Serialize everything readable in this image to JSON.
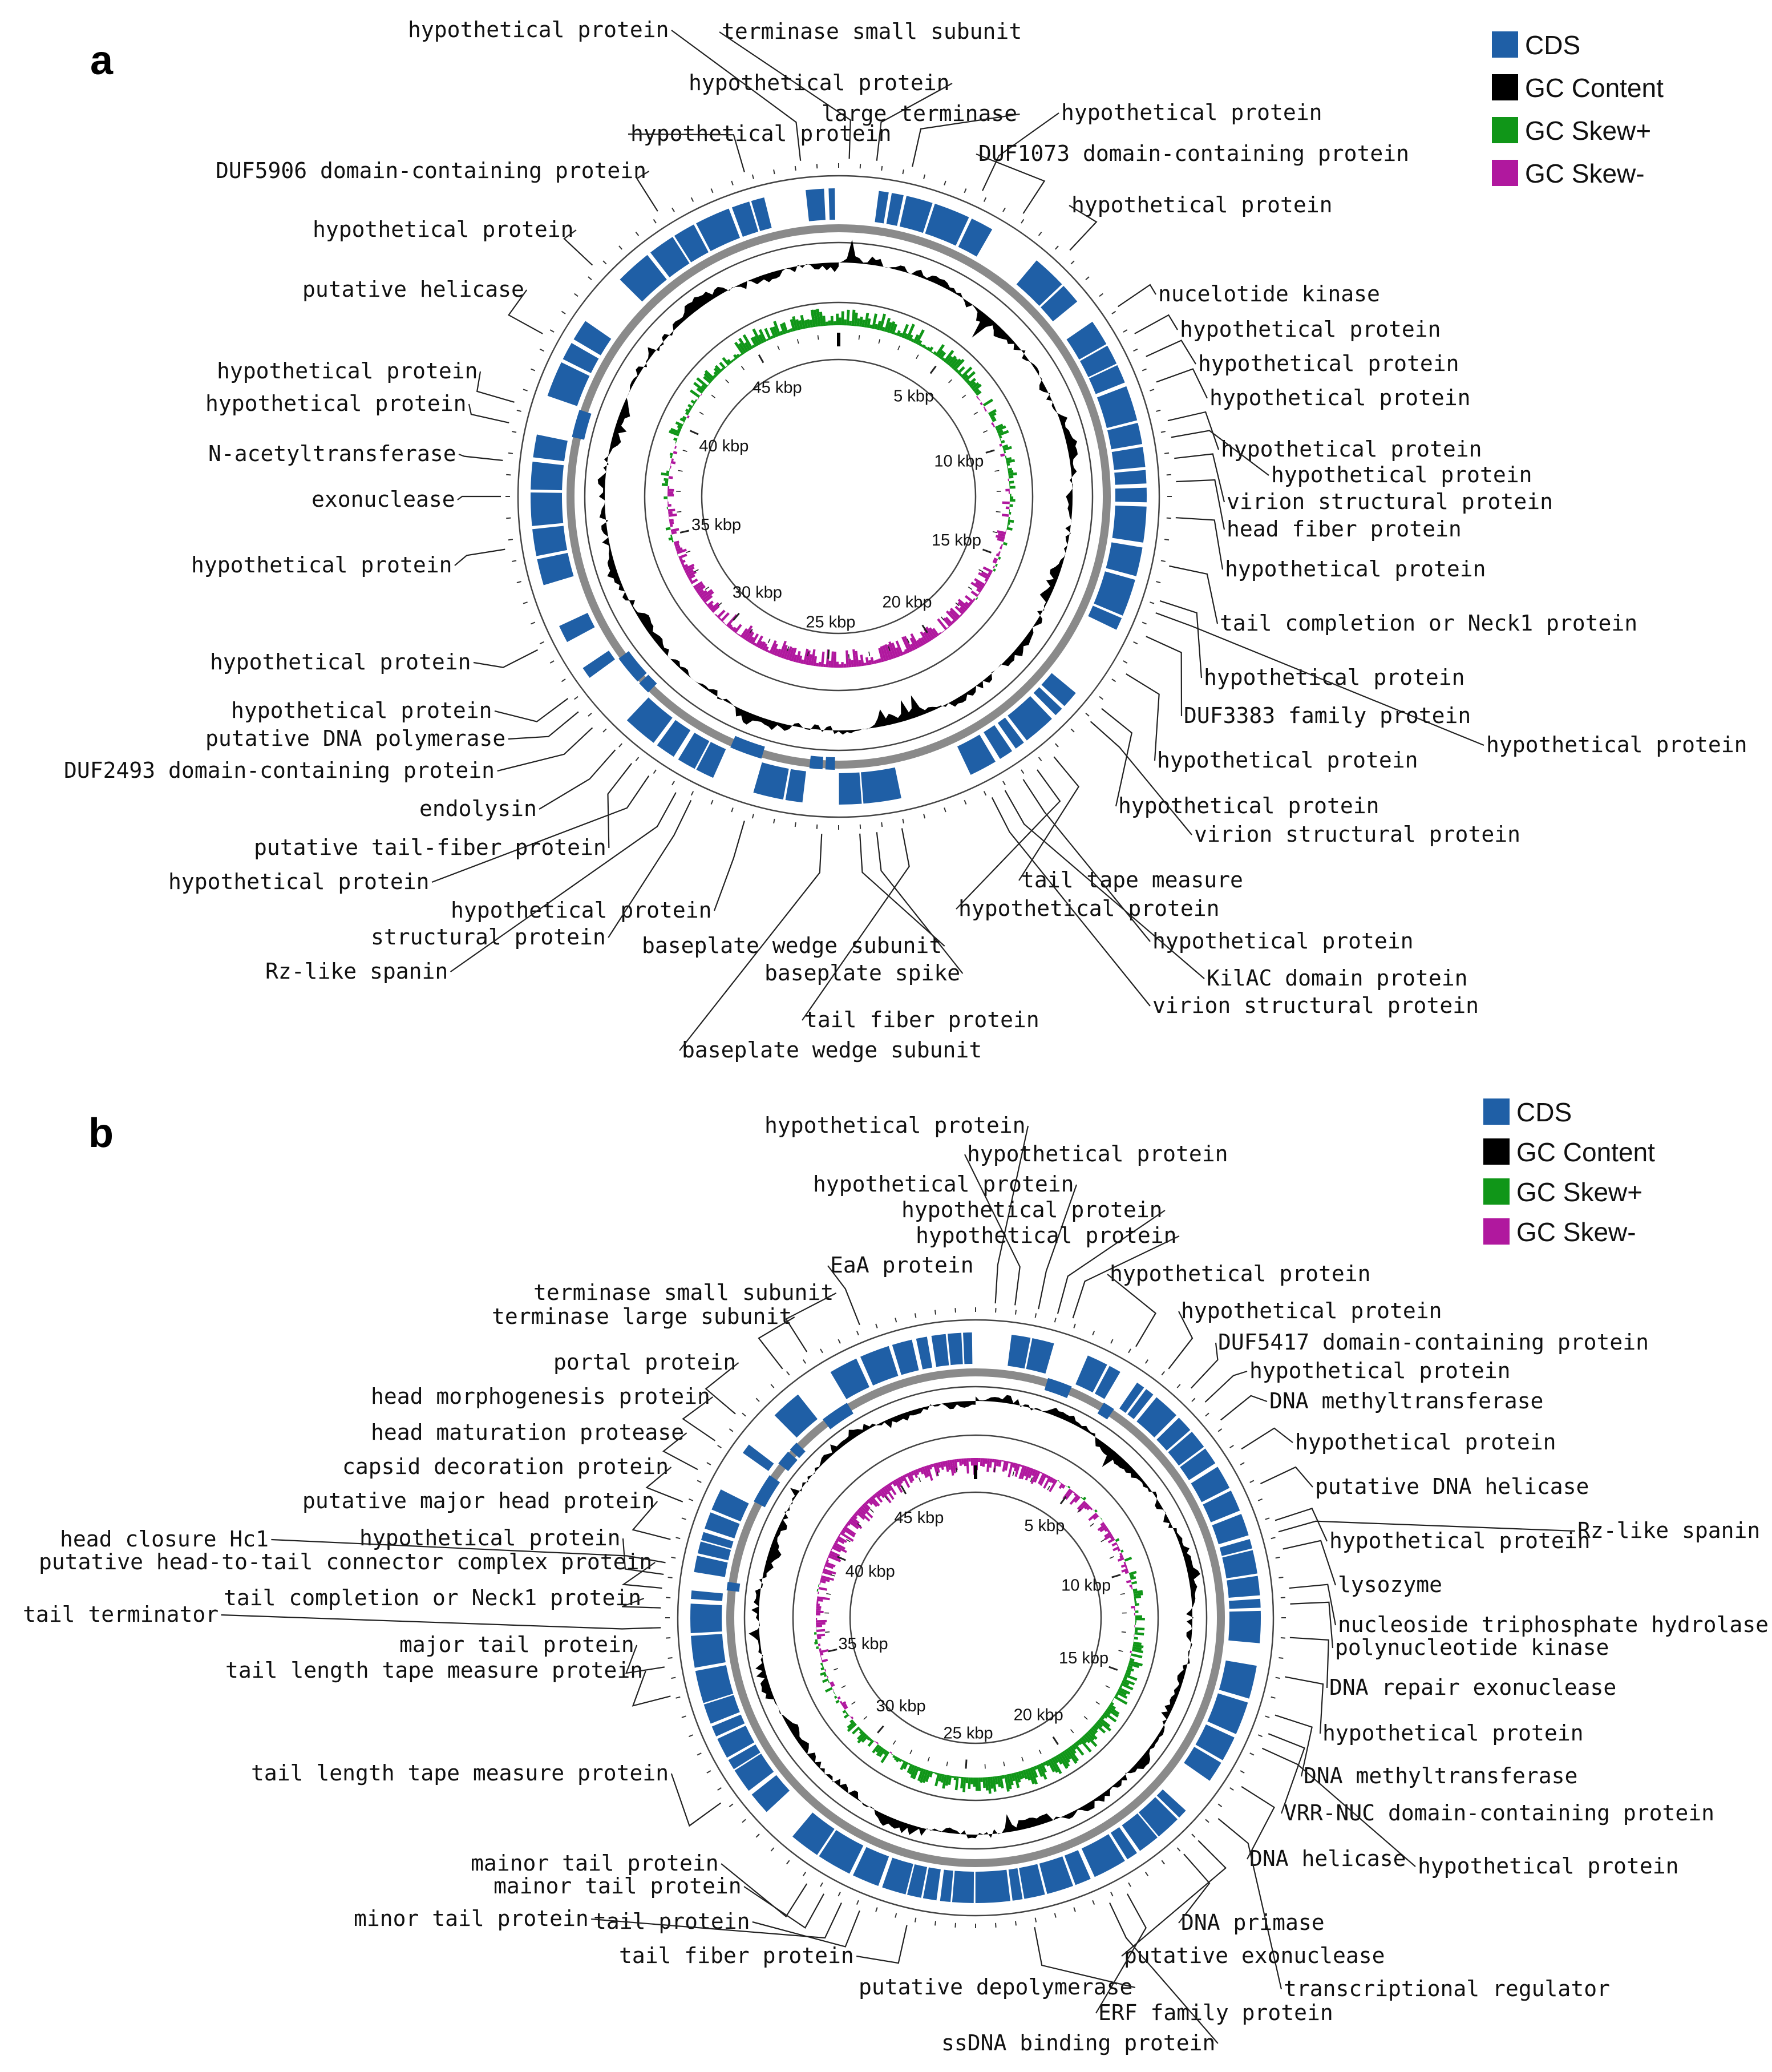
{
  "legend": [
    {
      "label": "CDS",
      "color": "#1f5fa6"
    },
    {
      "label": "GC Content",
      "color": "#000000"
    },
    {
      "label": "GC Skew+",
      "color": "#109618"
    },
    {
      "label": "GC Skew-",
      "color": "#b0189e"
    }
  ],
  "colors": {
    "cds": "#1f5fa6",
    "backbone": "#8a8a8a",
    "gc": "#000000",
    "skew_pos": "#109618",
    "skew_neg": "#b0189e",
    "ring": "#444444"
  },
  "panels": [
    {
      "id": "a",
      "letter": "a",
      "genome_kbp": 49,
      "tick_labels": [
        "5 kbp",
        "10 kbp",
        "15 kbp",
        "20 kbp",
        "25 kbp",
        "30 kbp",
        "35 kbp",
        "40 kbp",
        "45 kbp"
      ],
      "features": [
        {
          "label": "terminase small subunit",
          "pos": 0.005
        },
        {
          "label": "hypothetical protein",
          "pos": 0.018
        },
        {
          "label": "large terminase",
          "pos": 0.035
        },
        {
          "label": "hypothetical protein",
          "pos": 0.07
        },
        {
          "label": "DUF1073 domain-containing protein",
          "pos": 0.092
        },
        {
          "label": "hypothetical protein",
          "pos": 0.12
        },
        {
          "label": "nucelotide kinase",
          "pos": 0.155
        },
        {
          "label": "hypothetical protein",
          "pos": 0.17
        },
        {
          "label": "hypothetical protein",
          "pos": 0.182
        },
        {
          "label": "hypothetical protein",
          "pos": 0.195
        },
        {
          "label": "hypothetical protein",
          "pos": 0.214
        },
        {
          "label": "hypothetical protein",
          "pos": 0.222
        },
        {
          "label": "virion structural protein",
          "pos": 0.232
        },
        {
          "label": "head fiber protein",
          "pos": 0.243
        },
        {
          "label": "hypothetical protein",
          "pos": 0.26
        },
        {
          "label": "tail completion or Neck1 protein",
          "pos": 0.283
        },
        {
          "label": "hypothetical protein",
          "pos": 0.3
        },
        {
          "label": "hypothetical protein",
          "pos": 0.306
        },
        {
          "label": "DUF3383 family protein",
          "pos": 0.318
        },
        {
          "label": "hypothetical protein",
          "pos": 0.338
        },
        {
          "label": "hypothetical protein",
          "pos": 0.358
        },
        {
          "label": "virion structural protein",
          "pos": 0.366
        },
        {
          "label": "tail tape measure",
          "pos": 0.39
        },
        {
          "label": "hypothetical protein",
          "pos": 0.4
        },
        {
          "label": "hypothetical protein",
          "pos": 0.408
        },
        {
          "label": "KilAC domain protein",
          "pos": 0.418
        },
        {
          "label": "virion structural protein",
          "pos": 0.425
        },
        {
          "label": "tail fiber protein",
          "pos": 0.47
        },
        {
          "label": "baseplate spike",
          "pos": 0.482
        },
        {
          "label": "baseplate wedge subunit",
          "pos": 0.49
        },
        {
          "label": "baseplate wedge subunit",
          "pos": 0.508
        },
        {
          "label": "hypothetical protein",
          "pos": 0.545
        },
        {
          "label": "structural protein",
          "pos": 0.572
        },
        {
          "label": "Rz-like spanin",
          "pos": 0.58
        },
        {
          "label": "hypothetical protein",
          "pos": 0.595
        },
        {
          "label": "putative tail-fiber protein",
          "pos": 0.605
        },
        {
          "label": "endolysin",
          "pos": 0.615
        },
        {
          "label": "DUF2493 domain-containing protein",
          "pos": 0.63
        },
        {
          "label": "putative DNA polymerase",
          "pos": 0.64
        },
        {
          "label": "hypothetical protein",
          "pos": 0.648
        },
        {
          "label": "hypothetical protein",
          "pos": 0.675
        },
        {
          "label": "hypothetical protein",
          "pos": 0.725
        },
        {
          "label": "exonuclease",
          "pos": 0.75
        },
        {
          "label": "N-acetyltransferase",
          "pos": 0.767
        },
        {
          "label": "hypothetical protein",
          "pos": 0.785
        },
        {
          "label": "hypothetical protein",
          "pos": 0.795
        },
        {
          "label": "putative helicase",
          "pos": 0.83
        },
        {
          "label": "hypothetical protein",
          "pos": 0.87
        },
        {
          "label": "DUF5906 domain-containing protein",
          "pos": 0.91
        },
        {
          "label": "hypothetical protein",
          "pos": 0.955
        },
        {
          "label": "hypothetical protein",
          "pos": 0.982
        }
      ]
    },
    {
      "id": "b",
      "letter": "b",
      "genome_kbp": 49,
      "tick_labels": [
        "5 kbp",
        "10 kbp",
        "15 kbp",
        "20 kbp",
        "25 kbp",
        "30 kbp",
        "35 kbp",
        "40 kbp",
        "45 kbp"
      ],
      "features": [
        {
          "label": "hypothetical protein",
          "pos": 0.01
        },
        {
          "label": "hypothetical protein",
          "pos": 0.02
        },
        {
          "label": "hypothetical protein",
          "pos": 0.032
        },
        {
          "label": "hypothetical protein",
          "pos": 0.042
        },
        {
          "label": "hypothetical protein",
          "pos": 0.05
        },
        {
          "label": "hypothetical protein",
          "pos": 0.085
        },
        {
          "label": "hypothetical protein",
          "pos": 0.105
        },
        {
          "label": "DUF5417 domain-containing protein",
          "pos": 0.12
        },
        {
          "label": "hypothetical protein",
          "pos": 0.13
        },
        {
          "label": "DNA methyltransferase",
          "pos": 0.142
        },
        {
          "label": "hypothetical protein",
          "pos": 0.16
        },
        {
          "label": "putative DNA helicase",
          "pos": 0.18
        },
        {
          "label": "hypothetical protein",
          "pos": 0.2
        },
        {
          "label": "Rz-like spanin",
          "pos": 0.206
        },
        {
          "label": "lysozyme",
          "pos": 0.215
        },
        {
          "label": "nucleoside triphosphate hydrolase",
          "pos": 0.235
        },
        {
          "label": "polynucleotide kinase",
          "pos": 0.243
        },
        {
          "label": "DNA repair exonuclease",
          "pos": 0.26
        },
        {
          "label": "hypothetical protein",
          "pos": 0.28
        },
        {
          "label": "DNA methyltransferase",
          "pos": 0.3
        },
        {
          "label": "VRR-NUC domain-containing protein",
          "pos": 0.31
        },
        {
          "label": "hypothetical protein",
          "pos": 0.318
        },
        {
          "label": "DNA helicase",
          "pos": 0.34
        },
        {
          "label": "transcriptional regulator",
          "pos": 0.36
        },
        {
          "label": "putative exonuclease",
          "pos": 0.375
        },
        {
          "label": "DNA primase",
          "pos": 0.385
        },
        {
          "label": "ERF family protein",
          "pos": 0.42
        },
        {
          "label": "ssDNA binding protein",
          "pos": 0.43
        },
        {
          "label": "putative depolymerase",
          "pos": 0.47
        },
        {
          "label": "tail fiber protein",
          "pos": 0.535
        },
        {
          "label": "tail protein",
          "pos": 0.56
        },
        {
          "label": "minor tail protein",
          "pos": 0.57
        },
        {
          "label": "mainor tail protein",
          "pos": 0.58
        },
        {
          "label": "mainor tail protein",
          "pos": 0.59
        },
        {
          "label": "tail length tape measure protein",
          "pos": 0.65
        },
        {
          "label": "tail length tape measure protein",
          "pos": 0.71
        },
        {
          "label": "major tail protein",
          "pos": 0.725
        },
        {
          "label": "tail terminator",
          "pos": 0.745
        },
        {
          "label": "tail completion or Neck1 protein",
          "pos": 0.755
        },
        {
          "label": "putative head-to-tail connector complex protein",
          "pos": 0.765
        },
        {
          "label": "hypothetical protein",
          "pos": 0.772
        },
        {
          "label": "head closure Hc1",
          "pos": 0.778
        },
        {
          "label": "putative major head protein",
          "pos": 0.79
        },
        {
          "label": "capsid decoration protein",
          "pos": 0.81
        },
        {
          "label": "head maturation protease",
          "pos": 0.828
        },
        {
          "label": "head morphogenesis protein",
          "pos": 0.845
        },
        {
          "label": "portal protein",
          "pos": 0.862
        },
        {
          "label": "terminase large subunit",
          "pos": 0.895
        },
        {
          "label": "terminase small subunit",
          "pos": 0.91
        },
        {
          "label": "EaA protein",
          "pos": 0.94
        }
      ]
    }
  ]
}
